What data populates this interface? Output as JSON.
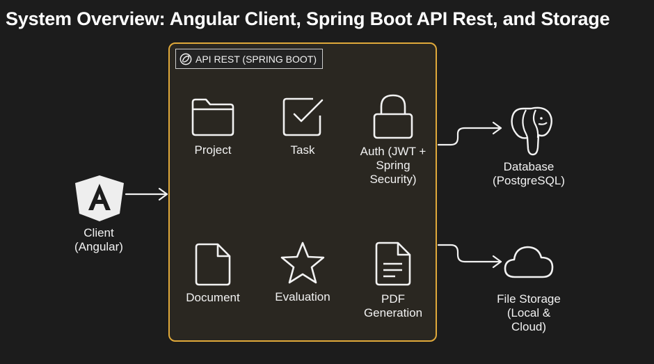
{
  "title": "System Overview: Angular Client, Spring Boot API Rest, and Storage",
  "api": {
    "label": "API REST (SPRING BOOT)"
  },
  "modules": {
    "project": "Project",
    "task": "Task",
    "auth": "Auth (JWT +\nSpring\nSecurity)",
    "document": "Document",
    "evaluation": "Evaluation",
    "pdf": "PDF\nGeneration"
  },
  "client": {
    "label": "Client\n(Angular)"
  },
  "database": {
    "label": "Database\n(PostgreSQL)"
  },
  "storage": {
    "label": "File Storage\n(Local &\nCloud)"
  },
  "colors": {
    "background": "#1c1c1c",
    "accent": "#e0a93a",
    "panel": "#2a2721",
    "stroke": "#ffffff"
  }
}
